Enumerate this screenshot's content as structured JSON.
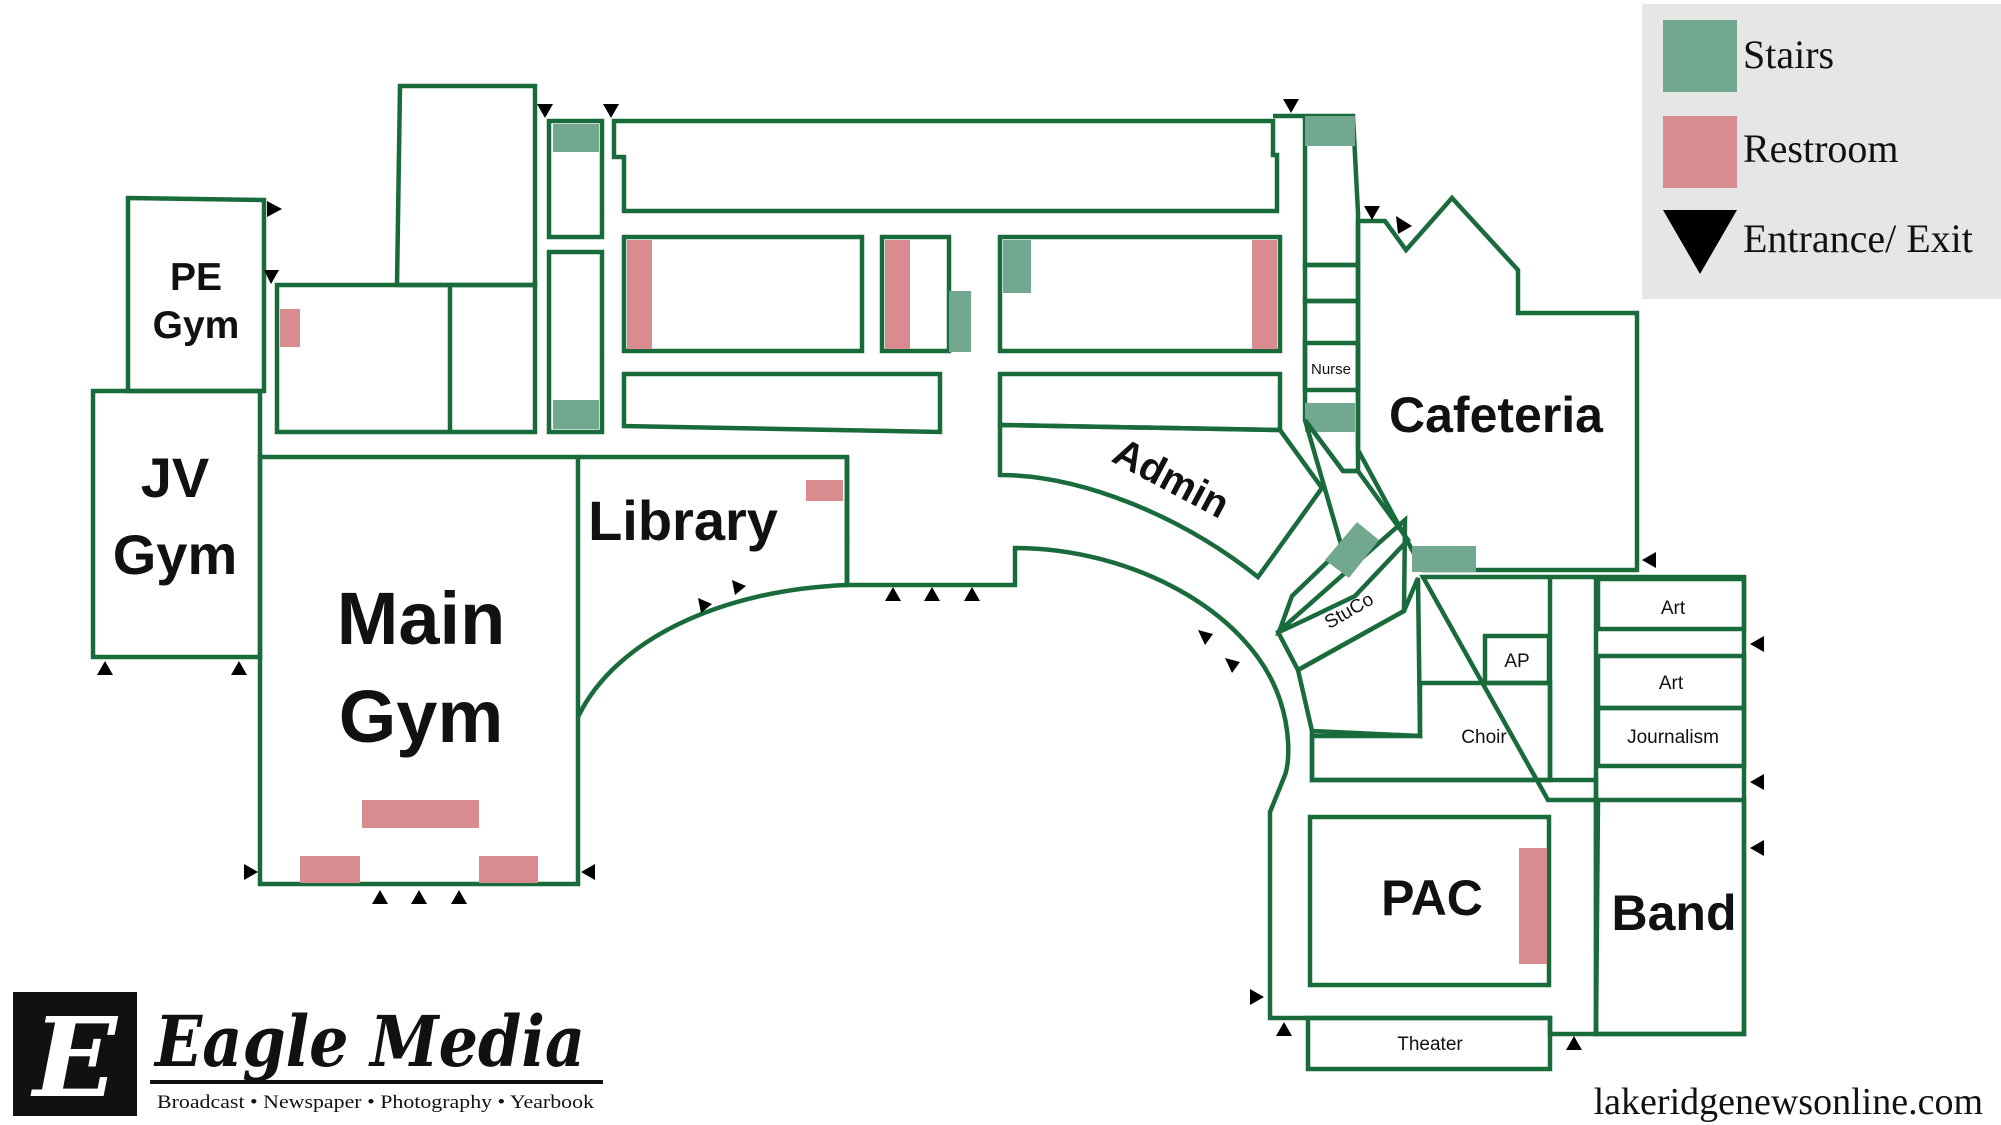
{
  "legend": {
    "items": [
      {
        "label": "Stairs",
        "icon": "stairs-swatch-icon",
        "color": "#72a890"
      },
      {
        "label": "Restroom",
        "icon": "restroom-swatch-icon",
        "color": "#d98c8f"
      },
      {
        "label": "Entrance/ Exit",
        "icon": "entrance-triangle-icon",
        "color": "#000000"
      }
    ]
  },
  "rooms": {
    "pe_gym_1": "PE",
    "pe_gym_2": "Gym",
    "jv_gym_1": "JV",
    "jv_gym_2": "Gym",
    "main_gym_1": "Main",
    "main_gym_2": "Gym",
    "library": "Library",
    "admin": "Admin",
    "nurse": "Nurse",
    "cafeteria": "Cafeteria",
    "stuco": "StuCo",
    "ap": "AP",
    "choir": "Choir",
    "art_1": "Art",
    "art_2": "Art",
    "journalism": "Journalism",
    "pac": "PAC",
    "band": "Band",
    "theater": "Theater"
  },
  "branding": {
    "logo_letter": "E",
    "name": "Eagle Media",
    "tagline": "Broadcast • Newspaper • Photography • Yearbook",
    "website": "lakeridgenewsonline.com"
  },
  "colors": {
    "walls": "#1a6b3c",
    "stairs": "#72a890",
    "restroom": "#d98c8f",
    "legend_bg": "#e6e6e6"
  }
}
